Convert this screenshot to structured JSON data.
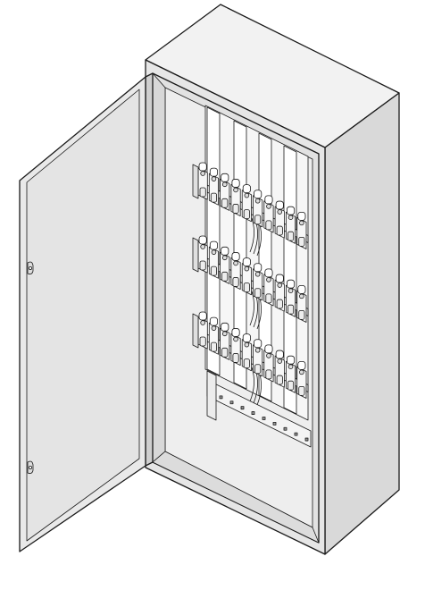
{
  "colors": {
    "background": "#ffffff",
    "outline": "#1a1a1a",
    "panel_light": "#ededed",
    "panel_mid": "#e3e3e3",
    "panel_dark": "#d6d6d6",
    "interior": "#e8e8e8",
    "metal": "#f4f4f4"
  },
  "cabinet": {
    "door": "open",
    "terminal_rows": 3,
    "terminals_per_row": 10,
    "hinges": 2
  }
}
